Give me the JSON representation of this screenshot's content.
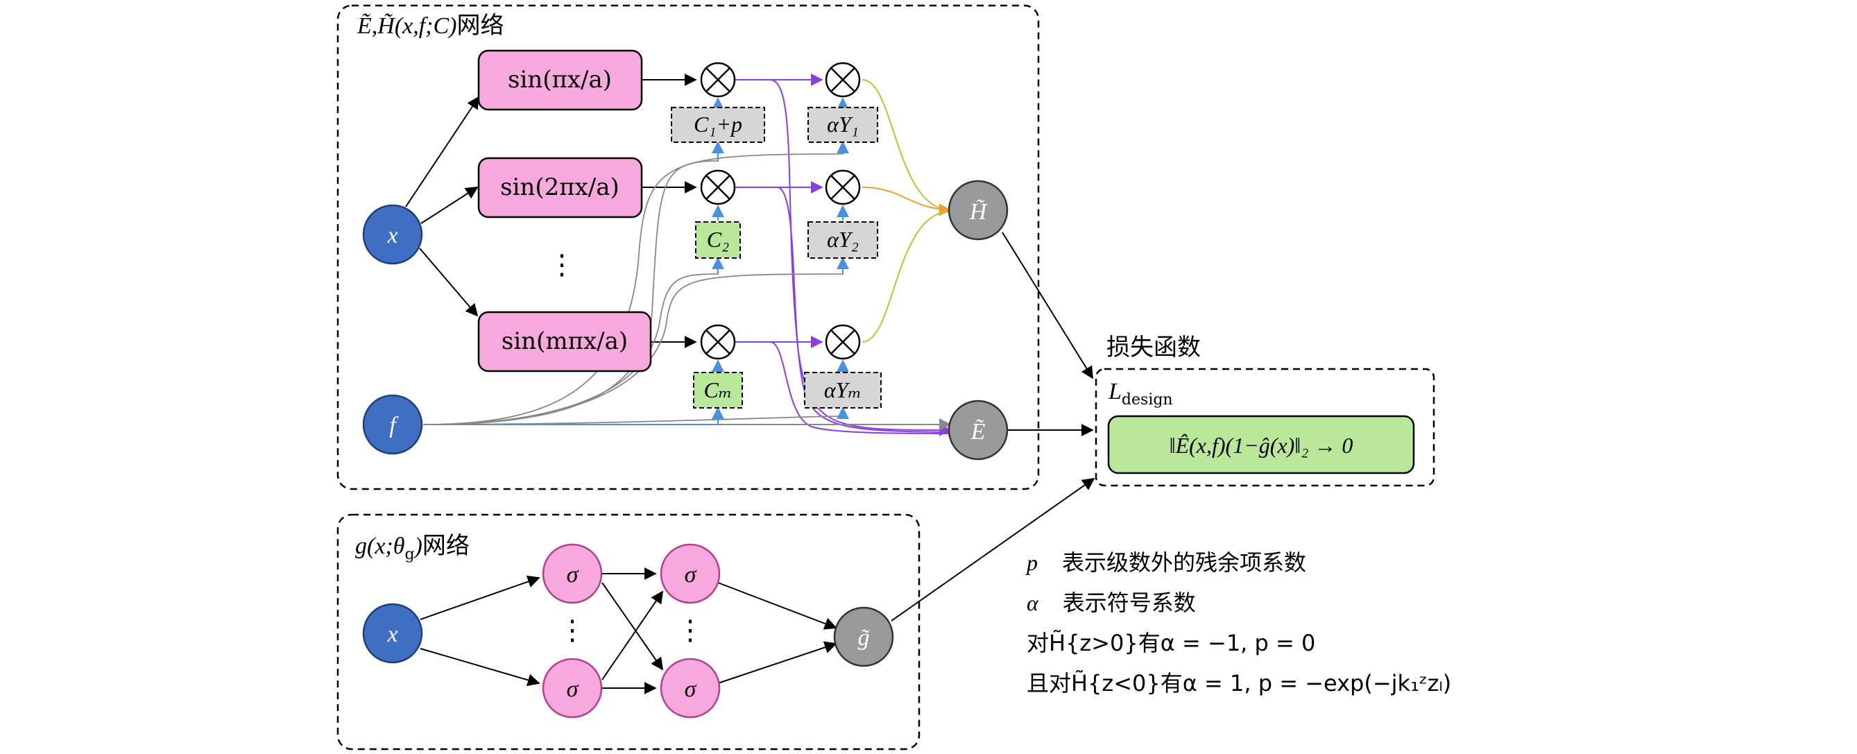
{
  "top_network": {
    "title_math": "Ẽ,H̃(x,f;C)",
    "title_cjk": "网络",
    "input_x": "x",
    "input_f": "f",
    "sin_boxes": [
      "sin(πx/a)",
      "sin(2πx/a)",
      "sin(mπx/a)"
    ],
    "dots": "⋮",
    "mult_symbol": "⊗",
    "c_labels": [
      "C₁+p",
      "C₂",
      "Cₘ"
    ],
    "y_labels": [
      "αY₁",
      "αY₂",
      "αYₘ"
    ],
    "output_h": "H̃",
    "output_e": "Ẽ"
  },
  "loss": {
    "heading": "损失函数",
    "subtitle_main": "L",
    "subtitle_sub": "design",
    "formula": "‖Ê(x,f)(1−ĝ(x)‖₂ → 0"
  },
  "bottom_network": {
    "title_math": "g(x;θ",
    "title_sub": "g",
    "title_close": ")",
    "title_cjk": "网络",
    "input_x": "x",
    "sigma": "σ",
    "dots": "⋮",
    "output_g": "g̃"
  },
  "notes": [
    {
      "prefix": "p",
      "text": "表示级数外的残余项系数"
    },
    {
      "prefix": "α",
      "text": "表示符号系数"
    },
    {
      "text": "对H̃{z>0}有α = −1, p = 0"
    },
    {
      "text": "且对H̃{z<0}有α = 1, p = −exp(−jk₁ᶻzₗ)"
    }
  ],
  "colors": {
    "blue_node": "#3f6fc2",
    "pink_node": "#f7a8dc",
    "gray_node": "#999999",
    "green_box": "#b9e89a",
    "gray_box": "#d6d6d6",
    "purple_line": "#8a3fe0",
    "light_blue_line": "#4a90e2",
    "orange_line": "#f0a030",
    "yellow_green_line": "#b5c830"
  }
}
